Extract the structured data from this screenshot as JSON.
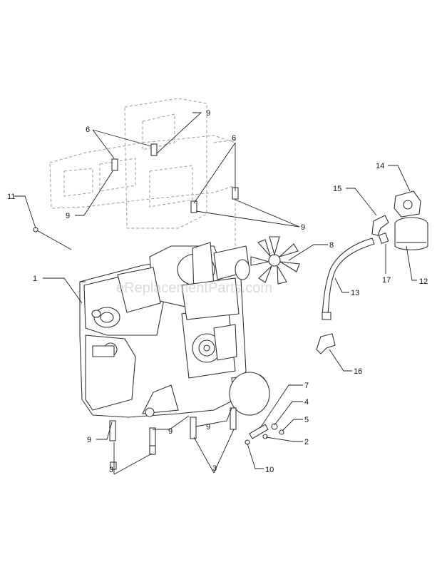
{
  "watermark": "eReplacementParts.com",
  "callouts": [
    {
      "id": "c1",
      "label": "1"
    },
    {
      "id": "c2",
      "label": "2"
    },
    {
      "id": "c3a",
      "label": "3"
    },
    {
      "id": "c3b",
      "label": "3"
    },
    {
      "id": "c4",
      "label": "4"
    },
    {
      "id": "c5",
      "label": "5"
    },
    {
      "id": "c6a",
      "label": "6"
    },
    {
      "id": "c6b",
      "label": "6"
    },
    {
      "id": "c7",
      "label": "7"
    },
    {
      "id": "c8",
      "label": "8"
    },
    {
      "id": "c9a",
      "label": "9"
    },
    {
      "id": "c9b",
      "label": "9"
    },
    {
      "id": "c9c",
      "label": "9"
    },
    {
      "id": "c9d",
      "label": "9"
    },
    {
      "id": "c9e",
      "label": "9"
    },
    {
      "id": "c9f",
      "label": "9"
    },
    {
      "id": "c10",
      "label": "10"
    },
    {
      "id": "c11",
      "label": "11"
    },
    {
      "id": "c12",
      "label": "12"
    },
    {
      "id": "c13",
      "label": "13"
    },
    {
      "id": "c14",
      "label": "14"
    },
    {
      "id": "c15",
      "label": "15"
    },
    {
      "id": "c16",
      "label": "16"
    },
    {
      "id": "c17",
      "label": "17"
    }
  ]
}
